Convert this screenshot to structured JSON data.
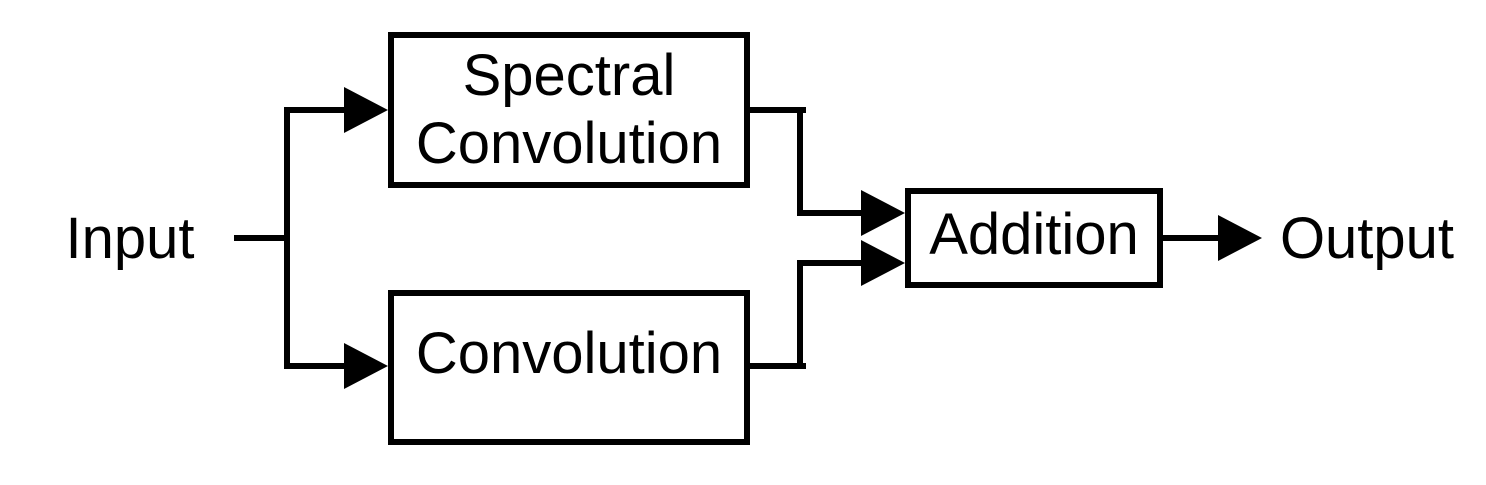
{
  "diagram": {
    "type": "block-flow-diagram",
    "labels": {
      "input": "Input",
      "output": "Output"
    },
    "nodes": {
      "spectral_convolution": "Spectral Convolution",
      "convolution": "Convolution",
      "addition": "Addition"
    },
    "edges": [
      {
        "from": "Input",
        "to": "Spectral Convolution"
      },
      {
        "from": "Input",
        "to": "Convolution"
      },
      {
        "from": "Spectral Convolution",
        "to": "Addition"
      },
      {
        "from": "Convolution",
        "to": "Addition"
      },
      {
        "from": "Addition",
        "to": "Output"
      }
    ],
    "colors": {
      "stroke": "#000000",
      "background": "#ffffff",
      "node_fill": "#ffffff"
    }
  }
}
